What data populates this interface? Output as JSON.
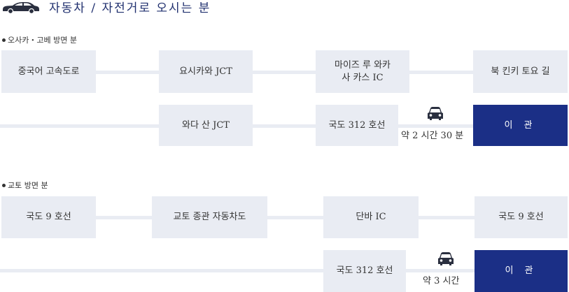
{
  "header": {
    "title": "자동차 / 자전거로 오시는 분",
    "icon": "car-icon"
  },
  "routes": [
    {
      "label": "오사카・고베 방면 분",
      "row1": [
        "중국어 고속도로",
        "요시카와 JCT",
        "마이즈 루 와카\n사 카스 IC",
        "북 킨키 토요 길"
      ],
      "row2": {
        "stops": [
          "와다 산 JCT",
          "국도 312 호선"
        ],
        "time": "약 2 시간 30 분",
        "destination": "이 관"
      }
    },
    {
      "label": "교토 방면 분",
      "row1": [
        "국도 9 호선",
        "교토 종관 자동차도",
        "단바 IC",
        "국도 9 호선"
      ],
      "row2": {
        "stops": [
          "국도 312 호선"
        ],
        "time": "약 3 시간",
        "destination": "이 관"
      }
    }
  ],
  "colors": {
    "accent": "#1b2f86",
    "box": "#e9ecf3",
    "title": "#1f2f6e"
  }
}
